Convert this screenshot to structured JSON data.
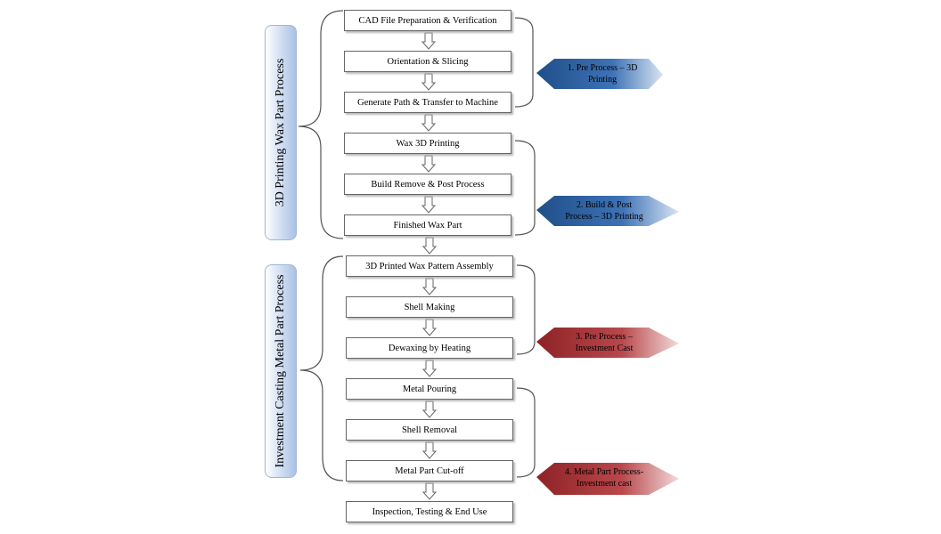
{
  "groups": [
    {
      "label": "3D Printing Wax Part Process"
    },
    {
      "label": "Investment Casting Metal Part Process"
    }
  ],
  "steps": [
    "CAD File Preparation & Verification",
    "Orientation & Slicing",
    "Generate Path & Transfer to Machine",
    "Wax 3D Printing",
    "Build Remove & Post Process",
    "Finished Wax Part",
    "3D Printed Wax Pattern Assembly",
    "Shell Making",
    "Dewaxing by Heating",
    "Metal Pouring",
    "Shell Removal",
    "Metal Part Cut-off",
    "Inspection, Testing & End Use"
  ],
  "callouts": [
    {
      "line1": "1. Pre Process – 3D",
      "line2": "Printing",
      "color": "#2d5f9e"
    },
    {
      "line1": "2. Build & Post",
      "line2": "Process – 3D Printing",
      "color": "#2d5f9e"
    },
    {
      "line1": "3. Pre Process –",
      "line2": "Investment Cast",
      "color": "#a03034"
    },
    {
      "line1": "4. Metal Part Process-",
      "line2": "Investment cast",
      "color": "#a03034"
    }
  ]
}
